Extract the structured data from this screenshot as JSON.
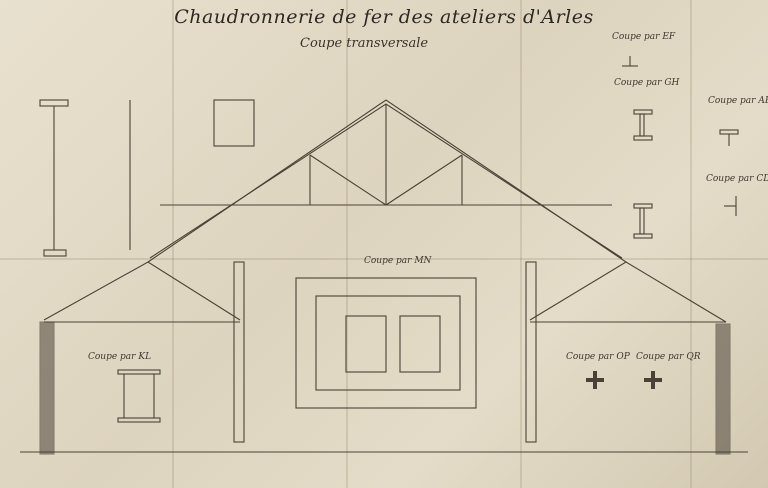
{
  "title": "Chaudronnerie de fer des ateliers d'Arles",
  "subtitle": "Coupe transversale",
  "labels": {
    "coupe_mn": "Coupe par MN",
    "coupe_ef_top": "Coupe par EF",
    "coupe_gh": "Coupe par GH",
    "coupe_ab": "Coupe par AB",
    "coupe_cd": "Coupe par CD",
    "coupe_kl": "Coupe par KL",
    "coupe_op": "Coupe par OP",
    "coupe_qr": "Coupe par QR"
  }
}
